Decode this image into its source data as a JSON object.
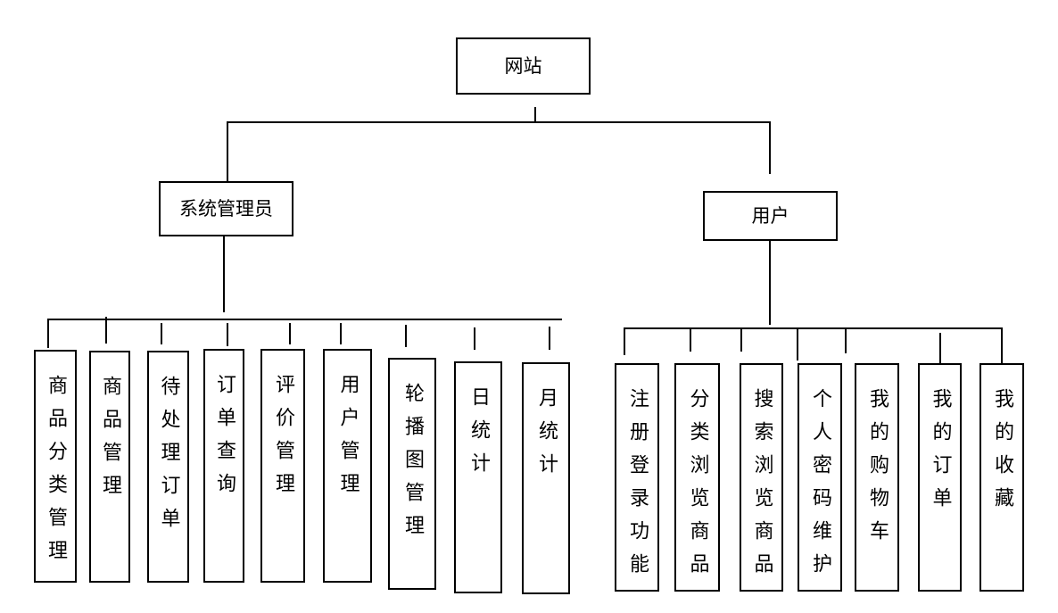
{
  "diagram": {
    "root": "网站",
    "admin": {
      "label": "系统管理员",
      "children": [
        "商品分类管理",
        "商品管理",
        "待处理订单",
        "订单查询",
        "评价管理",
        "用户管理",
        "轮播图管理",
        "日统计",
        "月统计"
      ]
    },
    "user": {
      "label": "用户",
      "children": [
        "注册登录功能",
        "分类浏览商品",
        "搜索浏览商品",
        "个人密码维护",
        "我的购物车",
        "我的订单",
        "我的收藏"
      ]
    }
  }
}
